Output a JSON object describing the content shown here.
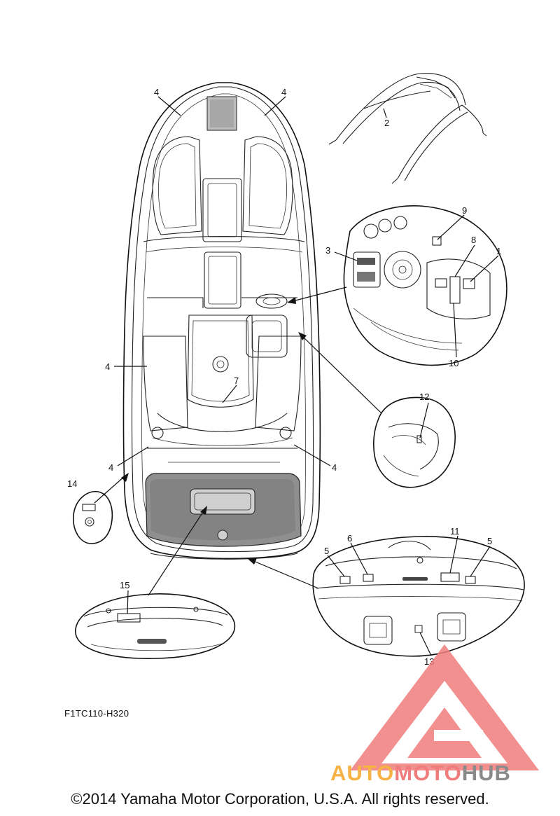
{
  "callouts": {
    "c1": "1",
    "c2": "2",
    "c3": "3",
    "c4": "4",
    "c5": "5",
    "c6": "6",
    "c7": "7",
    "c8": "8",
    "c9": "9",
    "c10": "10",
    "c11": "11",
    "c12": "12",
    "c13": "13",
    "c14": "14",
    "c15": "15"
  },
  "diagram_code": "F1TC110-H320",
  "copyright": "©2014 Yamaha Motor Corporation, U.S.A. All rights reserved.",
  "watermark": {
    "part1": "AUTO",
    "part2": "MOTO",
    "part3": "HUB",
    "color_orange": "#f6b245",
    "color_red": "#f07c7c",
    "color_gray": "#8a8a8a"
  }
}
